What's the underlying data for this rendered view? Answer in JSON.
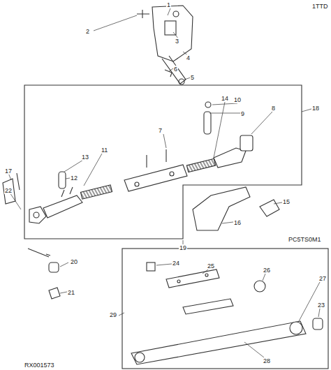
{
  "diagram": {
    "labels": [
      "1TTD",
      "1",
      "2",
      "3",
      "4",
      "5",
      "6",
      "7",
      "8",
      "9",
      "10",
      "11",
      "12",
      "13",
      "14",
      "15",
      "16",
      "17",
      "18",
      "19",
      "20",
      "21",
      "22",
      "23",
      "24",
      "25",
      "26",
      "27",
      "28",
      "29",
      "RX001573",
      "PC5TS0M1"
    ]
  }
}
